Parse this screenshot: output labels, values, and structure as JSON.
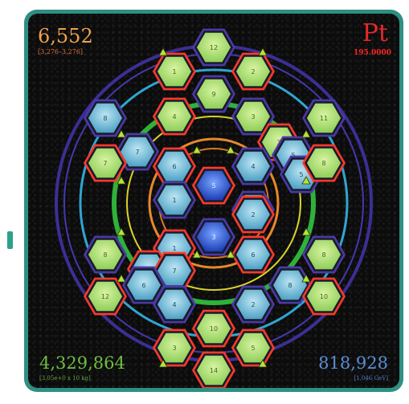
{
  "score": {
    "value": "6,552",
    "range": "[3,276–3,276]"
  },
  "element": {
    "symbol": "Pt",
    "mass": "195.0000"
  },
  "mass_total": {
    "value": "4,329,864",
    "unit": "[3.05e+0 x 10 kg]"
  },
  "energy": {
    "value": "818,928",
    "unit": "[1.046 GeV]"
  },
  "colors": {
    "green_fill": "#a8d96a",
    "blue_fill": "#6fb8d6",
    "deep_blue": "#2454c8",
    "red_ring": "#ff3a2a",
    "purple_ring": "#4a3aa6",
    "orb_green": "#3fbf3f",
    "orb_cyan": "#31a9d6",
    "orb_orange": "#e8882a"
  },
  "tiles": [
    {
      "id": "t12",
      "label": "12",
      "kind": "green",
      "ring": "blue"
    },
    {
      "id": "t1a",
      "label": "1",
      "kind": "green",
      "ring": "red"
    },
    {
      "id": "t9",
      "label": "9",
      "kind": "green",
      "ring": "blue"
    },
    {
      "id": "t2a",
      "label": "2",
      "kind": "green",
      "ring": "red"
    },
    {
      "id": "t8a",
      "label": "8",
      "kind": "blue",
      "ring": "blue"
    },
    {
      "id": "t4a",
      "label": "4",
      "kind": "green",
      "ring": "red"
    },
    {
      "id": "t3a",
      "label": "3",
      "kind": "green",
      "ring": "blue"
    },
    {
      "id": "t3b",
      "label": "3",
      "kind": "green",
      "ring": "red"
    },
    {
      "id": "t11",
      "label": "11",
      "kind": "green",
      "ring": "blue"
    },
    {
      "id": "t7a",
      "label": "7",
      "kind": "blue",
      "ring": "blue"
    },
    {
      "id": "t5a",
      "label": "5",
      "kind": "blue",
      "ring": "blue"
    },
    {
      "id": "t7b",
      "label": "7",
      "kind": "green",
      "ring": "red"
    },
    {
      "id": "t6a",
      "label": "6",
      "kind": "blue",
      "ring": "red"
    },
    {
      "id": "t4b",
      "label": "4",
      "kind": "blue",
      "ring": "blue"
    },
    {
      "id": "t5b",
      "label": "5",
      "kind": "blue",
      "ring": "blue"
    },
    {
      "id": "t8b",
      "label": "8",
      "kind": "green",
      "ring": "red"
    },
    {
      "id": "t1b",
      "label": "1",
      "kind": "blue",
      "ring": "blue"
    },
    {
      "id": "t5c",
      "label": "5",
      "kind": "deep",
      "ring": "red"
    },
    {
      "id": "t6b",
      "label": "6",
      "kind": "blue",
      "ring": "blue"
    },
    {
      "id": "t2b",
      "label": "2",
      "kind": "blue",
      "ring": "red"
    },
    {
      "id": "t1c",
      "label": "1",
      "kind": "blue",
      "ring": "red"
    },
    {
      "id": "t3c",
      "label": "3",
      "kind": "deep",
      "ring": "blue"
    },
    {
      "id": "t8c",
      "label": "8",
      "kind": "green",
      "ring": "blue"
    },
    {
      "id": "t9b",
      "label": "9",
      "kind": "blue",
      "ring": "red"
    },
    {
      "id": "t7c",
      "label": "7",
      "kind": "blue",
      "ring": "red"
    },
    {
      "id": "t6c",
      "label": "6",
      "kind": "blue",
      "ring": "red"
    },
    {
      "id": "t8d",
      "label": "8",
      "kind": "green",
      "ring": "blue"
    },
    {
      "id": "t12b",
      "label": "12",
      "kind": "green",
      "ring": "red"
    },
    {
      "id": "t6d",
      "label": "6",
      "kind": "blue",
      "ring": "blue"
    },
    {
      "id": "t8e",
      "label": "8",
      "kind": "blue",
      "ring": "blue"
    },
    {
      "id": "t10a",
      "label": "10",
      "kind": "green",
      "ring": "red"
    },
    {
      "id": "t4c",
      "label": "4",
      "kind": "blue",
      "ring": "blue"
    },
    {
      "id": "t2c",
      "label": "2",
      "kind": "blue",
      "ring": "blue"
    },
    {
      "id": "t10b",
      "label": "10",
      "kind": "green",
      "ring": "red"
    },
    {
      "id": "t3d",
      "label": "3",
      "kind": "green",
      "ring": "red"
    },
    {
      "id": "t5d",
      "label": "5",
      "kind": "green",
      "ring": "red"
    },
    {
      "id": "t14",
      "label": "14",
      "kind": "green",
      "ring": "red"
    }
  ]
}
